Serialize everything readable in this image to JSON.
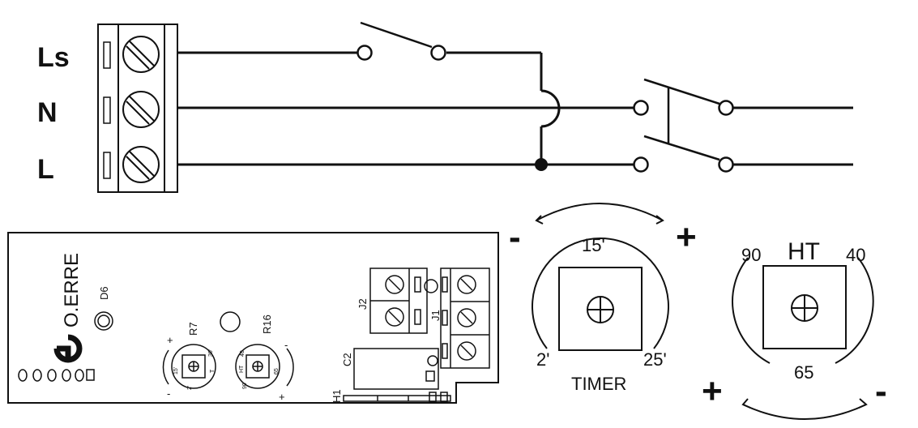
{
  "diagram": {
    "terminal_labels": {
      "ls": "Ls",
      "n": "N",
      "l": "L"
    },
    "timer_dial": {
      "top": "15'",
      "left": "2'",
      "right": "25'",
      "name": "TIMER",
      "minus": "-",
      "plus": "+"
    },
    "ht_dial": {
      "name": "HT",
      "left": "90",
      "right": "40",
      "bottom": "65",
      "plus": "+",
      "minus": "-"
    },
    "pcb": {
      "brand": "O.ERRE",
      "d6": "D6",
      "r7": "R7",
      "r16": "R16",
      "j1": "J1",
      "j2": "J2",
      "c2": "C2",
      "h1": "H1",
      "r7_scale": {
        "min": "2'",
        "mid": "15'",
        "max": "30'",
        "t": "T"
      },
      "r16_scale": {
        "min": "90",
        "mid": "40",
        "max": "65",
        "ht": "HT"
      },
      "plus": "+",
      "minus": "-"
    }
  }
}
